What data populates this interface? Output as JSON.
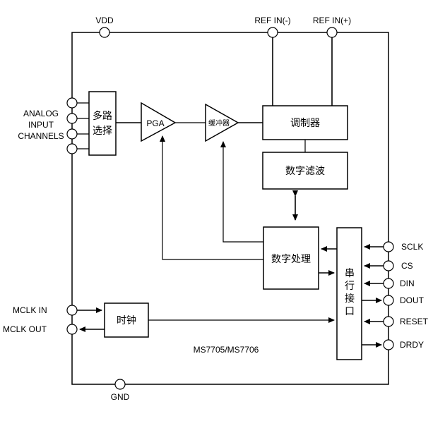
{
  "pins": {
    "vdd": "VDD",
    "gnd": "GND",
    "ref_in_neg": "REF IN(-)",
    "ref_in_pos": "REF IN(+)",
    "analog_input_channels": [
      "ANALOG",
      "INPUT",
      "CHANNELS"
    ],
    "mclk_in": "MCLK IN",
    "mclk_out": "MCLK OUT",
    "sclk": "SCLK",
    "cs": "CS",
    "din": "DIN",
    "dout": "DOUT",
    "reset": "RESET",
    "drdy": "DRDY"
  },
  "blocks": {
    "mux": [
      "多路",
      "选择"
    ],
    "pga": "PGA",
    "buffer": "缓冲器",
    "modulator": "调制器",
    "digital_filter": "数字滤波",
    "digital_processing": "数字处理",
    "serial_interface": [
      "串",
      "行",
      "接",
      "口"
    ],
    "clock": "时钟"
  },
  "part_number": "MS7705/MS7706"
}
